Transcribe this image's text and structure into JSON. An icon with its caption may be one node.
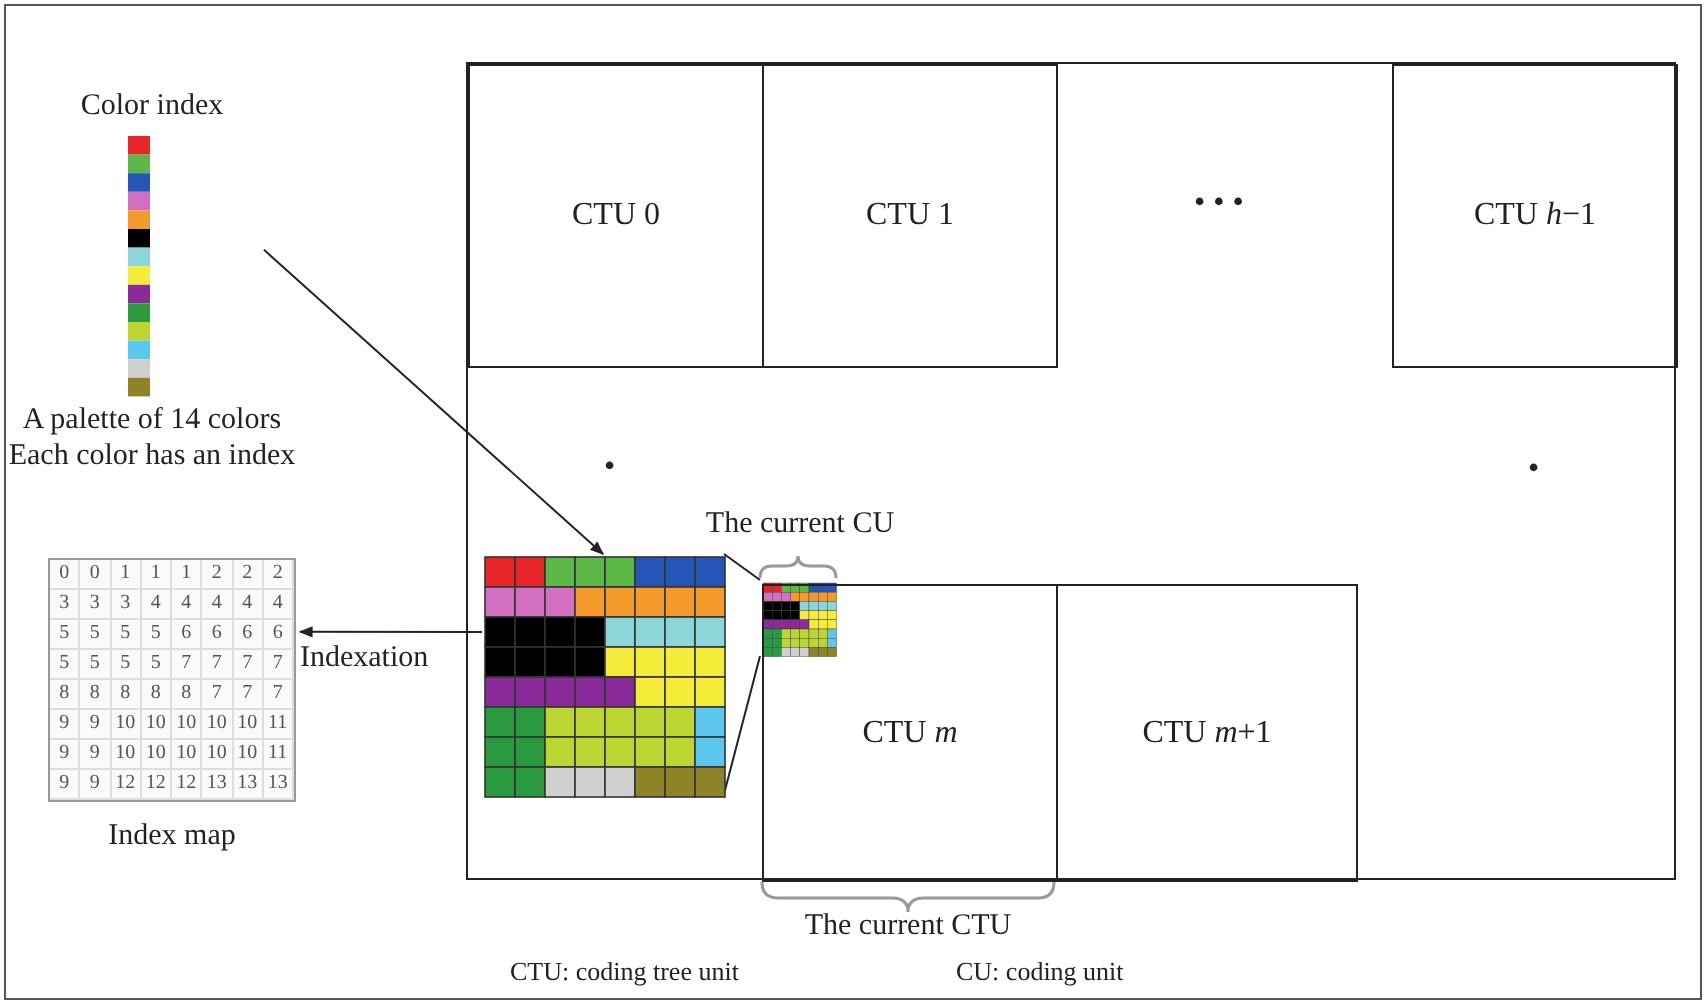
{
  "diagram": {
    "nodes": [
      {
        "text": [
          "Color index",
          "A palette of 14 colors Each color has an index"
        ]
      },
      {
        "text": [],
        "shape": "box"
      },
      {
        "text": [
          "CTU 0"
        ],
        "in": 1
      },
      {
        "text": [
          "CTU 1"
        ],
        "in": 1
      },
      {
        "text": [
          "CTU *h*−1"
        ],
        "in": 1
      },
      {
        "text": [
          "Index map"
        ]
      },
      {
        "text": [],
        "shape": "picture",
        "in": 1
      },
      {
        "text": [
          "The current CU"
        ],
        "in": 1
      },
      {
        "text": [
          "CTU *m*"
        ],
        "in": 1,
        "beside": [
          "The current CTU"
        ]
      },
      {
        "text": [
          "CTU *m*+1"
        ],
        "in": 1
      }
    ],
    "edges": [
      {
        "from": 0,
        "to": 6,
        "arrow": "to"
      },
      {
        "from": 6,
        "to": 5,
        "arrow": "to",
        "label": "Indexation"
      },
      {
        "from": 6,
        "to": 7,
        "arrow": "none"
      },
      {
        "from": 6,
        "to": 7,
        "arrow": "none"
      }
    ],
    "labels": [
      "• • •",
      "•",
      "•",
      "0",
      "0",
      "1",
      "1",
      "1",
      "2",
      "2",
      "2",
      "3",
      "3",
      "3",
      "4",
      "4",
      "4",
      "4",
      "4",
      "5",
      "5",
      "5",
      "5",
      "6",
      "6",
      "6",
      "6",
      "5",
      "5",
      "5",
      "5",
      "7",
      "7",
      "7",
      "7",
      "8",
      "8",
      "8",
      "8",
      "8",
      "7",
      "7",
      "7",
      "9",
      "9",
      "10",
      "10",
      "10",
      "10",
      "10",
      "11",
      "9",
      "9",
      "10",
      "10",
      "10",
      "10",
      "10",
      "11",
      "9",
      "9",
      "12",
      "12",
      "12",
      "13",
      "13",
      "13",
      "CTU: coding tree unit",
      "CU: coding unit"
    ]
  }
}
